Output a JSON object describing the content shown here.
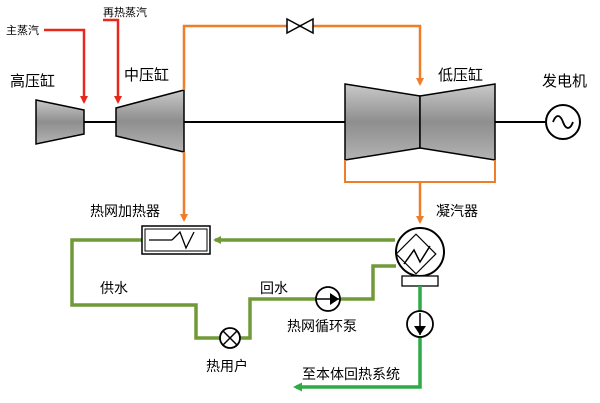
{
  "labels": {
    "main_steam": "主蒸汽",
    "reheat_steam": "再热蒸汽",
    "hp_cylinder": "高压缸",
    "ip_cylinder": "中压缸",
    "lp_cylinder": "低压缸",
    "generator": "发电机",
    "heat_net_heater": "热网加热器",
    "condenser": "凝汽器",
    "supply_water": "供水",
    "return_water": "回水",
    "heat_net_pump": "热网循环泵",
    "heat_user": "热用户",
    "to_regen_system": "至本体回热系统"
  },
  "colors": {
    "steam_main": "#e8281f",
    "extraction": "#f07d2a",
    "heat_net_water": "#6f9a37",
    "condensate": "#2faa46",
    "equipment_fill": "#9b9b9b",
    "outline": "#000000"
  }
}
